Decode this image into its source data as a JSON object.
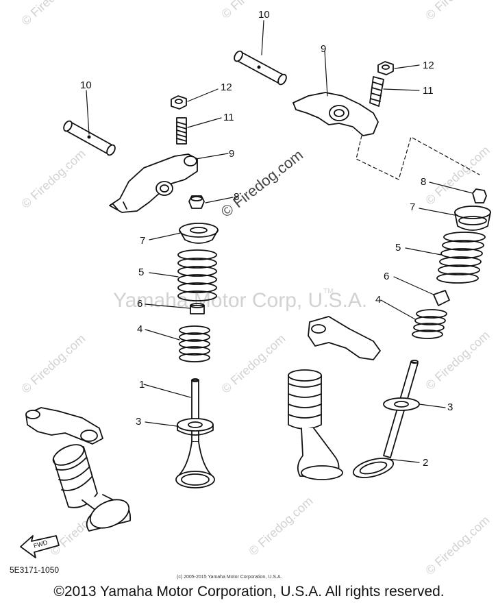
{
  "watermark_main": "Yamaha Motor Corp, U.S.A.",
  "watermark_tm": "TM",
  "watermark_site": "© Firedog.com",
  "watermark_site_short": "Firedog.com",
  "part_code": "5E3171-1050",
  "small_copyright": "(c) 2005-2015 Yamaha Motor Corporation, U.S.A.",
  "bottom_copyright": "©2013 Yamaha Motor Corporation, U.S.A. All rights reserved.",
  "fwd_label": "FWD",
  "callouts": {
    "n1": "1",
    "n2": "2",
    "n3": "3",
    "n4": "4",
    "n5": "5",
    "n6": "6",
    "n7": "7",
    "n8": "8",
    "n9": "9",
    "n10": "10",
    "n11": "11",
    "n12": "12"
  }
}
